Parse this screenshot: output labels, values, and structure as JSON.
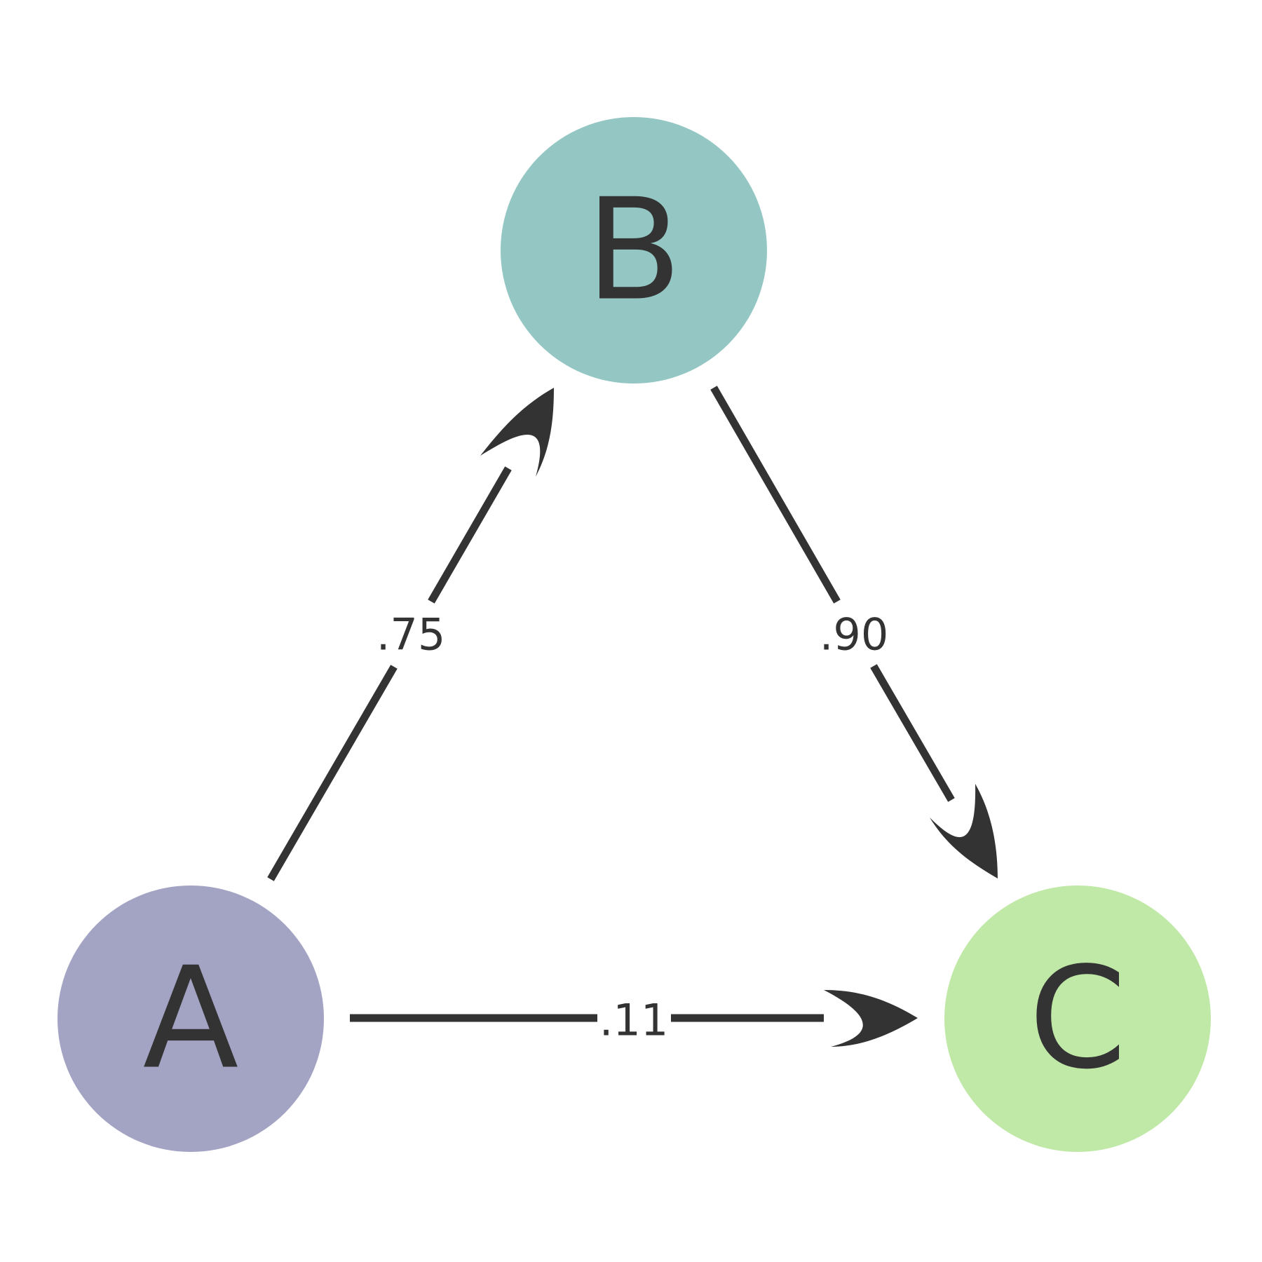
{
  "colors": {
    "node_a": "#a3a3c4",
    "node_b": "#94c7c4",
    "node_c": "#c0e9a8",
    "edge": "#333333",
    "text": "#333333"
  },
  "nodes": [
    {
      "id": "A",
      "label": "A"
    },
    {
      "id": "B",
      "label": "B"
    },
    {
      "id": "C",
      "label": "C"
    }
  ],
  "edges": [
    {
      "from": "A",
      "to": "B",
      "label": ".75"
    },
    {
      "from": "B",
      "to": "C",
      "label": ".90"
    },
    {
      "from": "A",
      "to": "C",
      "label": ".11"
    }
  ]
}
